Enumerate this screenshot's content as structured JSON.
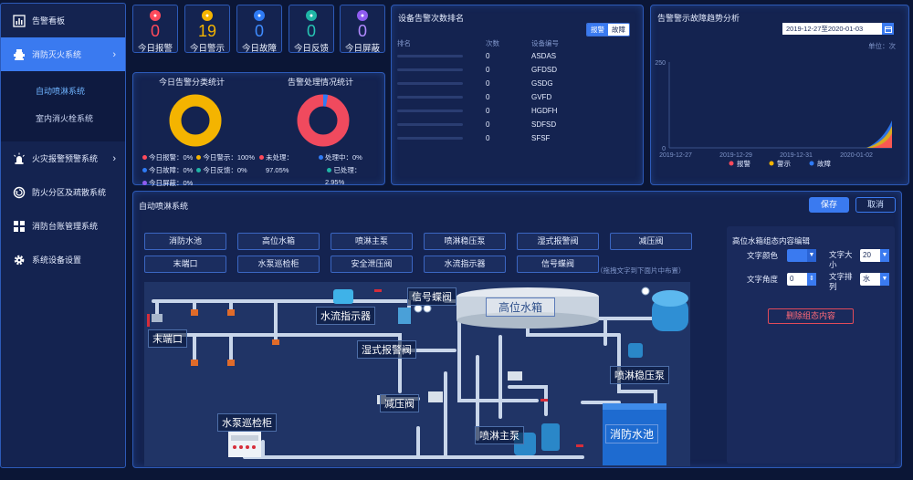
{
  "sidebar": {
    "items": [
      {
        "label": "告警看板",
        "icon": "bar-chart-icon"
      },
      {
        "label": "消防灭火系统",
        "icon": "fire-hydrant-icon"
      },
      {
        "label": "火灾报警预警系统",
        "icon": "alarm-light-icon"
      },
      {
        "label": "防火分区及疏散系统",
        "icon": "shield-refresh-icon"
      },
      {
        "label": "消防台账管理系统",
        "icon": "grid-icon"
      },
      {
        "label": "系统设备设置",
        "icon": "gear-icon"
      }
    ],
    "subitems": [
      {
        "label": "自动喷淋系统"
      },
      {
        "label": "室内消火栓系统"
      }
    ]
  },
  "stats": [
    {
      "value": "0",
      "label": "今日报警",
      "color": "#ff4a5b",
      "num_color": "#ff4a5b"
    },
    {
      "value": "19",
      "label": "今日警示",
      "color": "#f4b400",
      "num_color": "#f4b400"
    },
    {
      "value": "0",
      "label": "今日故障",
      "color": "#2f7bf5",
      "num_color": "#3f8cff"
    },
    {
      "value": "0",
      "label": "今日反馈",
      "color": "#1fb5a6",
      "num_color": "#27c6b4"
    },
    {
      "value": "0",
      "label": "今日屏蔽",
      "color": "#8f5cf0",
      "num_color": "#b28bff"
    }
  ],
  "category_stats": {
    "title": "今日告警分类统计",
    "legend": [
      "今日报警：0%",
      "今日警示：100%",
      "今日故障：0%",
      "今日反馈：0%",
      "今日屏蔽：0%"
    ]
  },
  "handling_stats": {
    "title": "告警处理情况统计",
    "unhandled_label": "未处理：",
    "unhandled_value": "97.05%",
    "processing": "处理中：0%",
    "handled_label": "已处理：",
    "handled_value": "2.95%"
  },
  "ranking": {
    "title": "设备告警次数排名",
    "toggle": [
      "报警",
      "故障"
    ],
    "headers": [
      "排名",
      "次数",
      "设备编号"
    ],
    "rows": [
      {
        "count": "0",
        "device": "ASDAS"
      },
      {
        "count": "0",
        "device": "GFDSD"
      },
      {
        "count": "0",
        "device": "GSDG"
      },
      {
        "count": "0",
        "device": "GVFD"
      },
      {
        "count": "0",
        "device": "HGDFH"
      },
      {
        "count": "0",
        "device": "SDFSD"
      },
      {
        "count": "0",
        "device": "SFSF"
      }
    ]
  },
  "trend": {
    "title": "告警警示故障趋势分析",
    "date_range": "2019-12-27至2020-01-03",
    "unit": "单位：次",
    "chart_data": {
      "type": "area",
      "x": [
        "2019-12-27",
        "2019-12-29",
        "2019-12-31",
        "2020-01-02"
      ],
      "y_ticks": [
        "0",
        "250"
      ],
      "ylim": [
        0,
        250
      ],
      "series": [
        {
          "name": "报警",
          "color": "#ff4a5b"
        },
        {
          "name": "警示",
          "color": "#f4b400"
        },
        {
          "name": "故障",
          "color": "#2f7bf5"
        }
      ]
    }
  },
  "spray": {
    "title": "自动喷淋系统",
    "save": "保存",
    "cancel": "取消",
    "buttons_row1": [
      "消防水池",
      "高位水箱",
      "喷淋主泵",
      "喷淋稳压泵",
      "湿式报警阀",
      "减压阀"
    ],
    "buttons_row2": [
      "末端口",
      "水泵巡检柜",
      "安全泄压阀",
      "水流指示器",
      "信号蝶阀"
    ],
    "hint": "（拖拽文字到下面片中布置）",
    "diagram_labels": {
      "signal_valve": "信号蝶阀",
      "high_tank": "高位水箱",
      "flow_indicator": "水流指示器",
      "end_port": "末端口",
      "wet_alarm": "湿式报警阀",
      "pressure_reducer": "减压阀",
      "steady_pump": "喷淋稳压泵",
      "pump_cabinet": "水泵巡检柜",
      "main_pump": "喷淋主泵",
      "pool": "消防水池"
    }
  },
  "editor": {
    "title": "高位水箱组态内容编辑",
    "text_color_label": "文字颜色",
    "text_size_label": "文字大小",
    "text_size_value": "20",
    "text_angle_label": "文字角度",
    "text_angle_value": "0",
    "text_arrange_label": "文字排列",
    "text_arrange_value": "水",
    "delete": "删除组态内容"
  }
}
